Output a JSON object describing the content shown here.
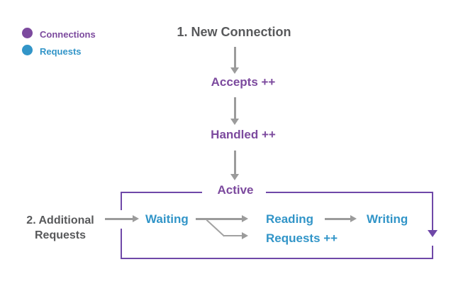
{
  "colors": {
    "connections_purple": "#7c4a9e",
    "requests_blue": "#3295c8",
    "box_border_purple": "#6f48a8",
    "arrow_gray": "#9b9b9b",
    "heading_gray": "#58595b",
    "background": "#ffffff"
  },
  "legend": {
    "items": [
      {
        "label": "Connections",
        "color": "#7c4a9e"
      },
      {
        "label": "Requests",
        "color": "#3295c8"
      }
    ]
  },
  "diagram": {
    "type": "flowchart",
    "nodes": {
      "new_connection": "1. New Connection",
      "accepts": "Accepts ++",
      "handled": "Handled ++",
      "active": "Active",
      "additional_requests_line1": "2. Additional",
      "additional_requests_line2": "Requests",
      "waiting": "Waiting",
      "reading": "Reading",
      "requests_increment": "Requests ++",
      "writing": "Writing"
    },
    "edges": [
      {
        "from": "new_connection",
        "to": "accepts"
      },
      {
        "from": "accepts",
        "to": "handled"
      },
      {
        "from": "handled",
        "to": "active"
      },
      {
        "from": "additional_requests",
        "to": "waiting"
      },
      {
        "from": "waiting",
        "to": "reading"
      },
      {
        "from": "waiting",
        "to": "requests_increment"
      },
      {
        "from": "reading",
        "to": "writing"
      },
      {
        "from": "active_box_right_border",
        "to": "down_exit"
      }
    ]
  }
}
